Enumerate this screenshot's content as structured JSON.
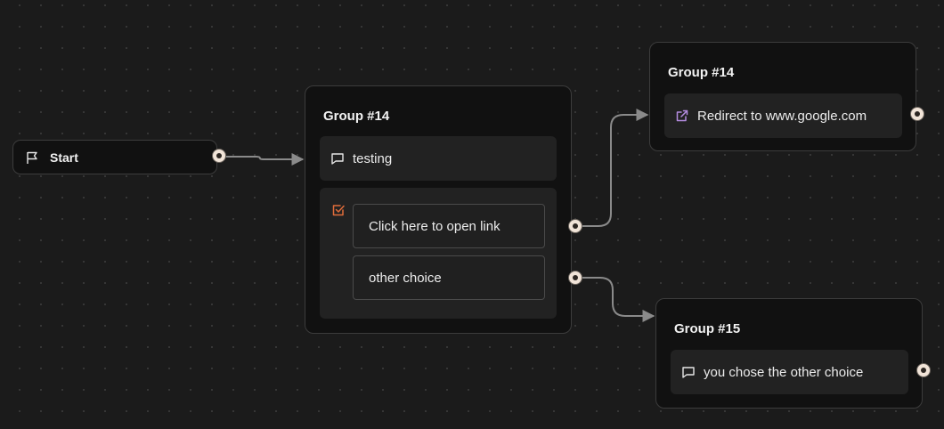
{
  "start": {
    "label": "Start",
    "icon": "flag-icon"
  },
  "group_a": {
    "title": "Group #14",
    "text_block": {
      "label": "testing",
      "icon": "message-icon"
    },
    "choice_block": {
      "icon": "checkbox-icon",
      "icon_color": "#e06c3a",
      "choices": [
        "Click here to open link",
        "other choice"
      ]
    }
  },
  "group_b": {
    "title": "Group #14",
    "redirect_block": {
      "label": "Redirect to www.google.com",
      "icon": "external-link-icon",
      "icon_color": "#b48ce0"
    }
  },
  "group_c": {
    "title": "Group #15",
    "text_block": {
      "label": "you chose the other choice",
      "icon": "message-icon"
    }
  },
  "colors": {
    "background": "#1b1b1b",
    "node": "#111111",
    "block": "#222222",
    "edge": "#8a8a8a",
    "handle": "#f1e4d8"
  }
}
